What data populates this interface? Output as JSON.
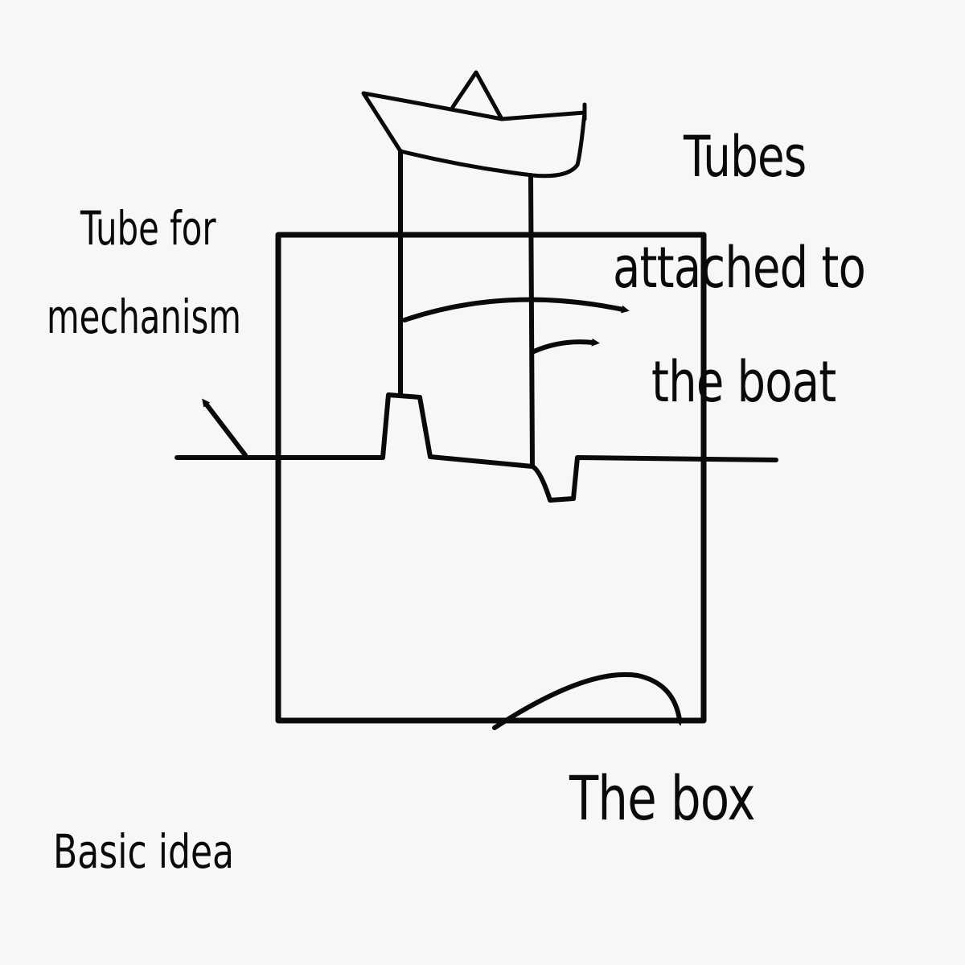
{
  "labels": {
    "tubes_line1": "Tubes",
    "tubes_line2": "attached to",
    "tubes_line3": "the boat",
    "tube_mech_line1": "Tube for",
    "tube_mech_line2": "mechanism",
    "the_box": "The box",
    "basic_idea": "Basic idea"
  },
  "colors": {
    "ink": "#0a0a0a",
    "paper": "#f7f7f6"
  }
}
